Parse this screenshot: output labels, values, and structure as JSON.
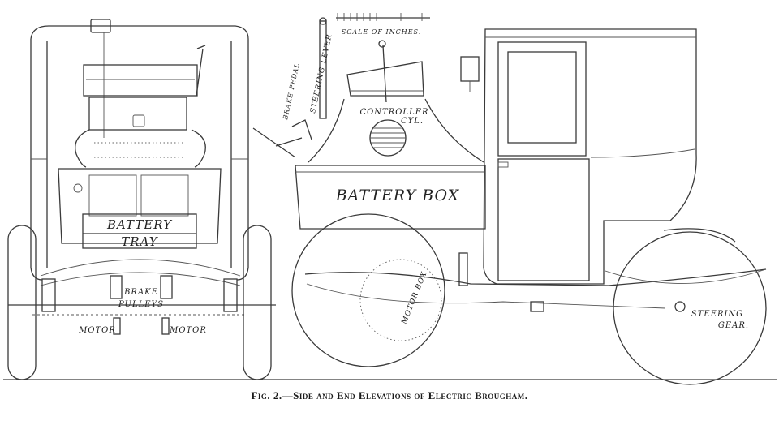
{
  "figure": {
    "caption": "Fig. 2.—Side and End Elevations of Electric Brougham.",
    "end_elevation": {
      "labels": {
        "battery_tray_line1": "BATTERY",
        "battery_tray_line2": "TRAY",
        "brake_pulleys_line1": "BRAKE",
        "brake_pulleys_line2": "PULLEYS",
        "motor_left": "MOTOR",
        "motor_right": "MOTOR"
      }
    },
    "side_elevation": {
      "labels": {
        "scale": "SCALE OF INCHES.",
        "steering_lever": "STEERING LEVER",
        "brake_pedal": "BRAKE PEDAL",
        "controller_line1": "CONTROLLER",
        "controller_line2": "CYL.",
        "battery_box": "BATTERY BOX",
        "steering_gear_line1": "STEERING",
        "steering_gear_line2": "GEAR.",
        "motor_box": "MOTOR BOX"
      }
    }
  },
  "colors": {
    "ink": "#3a3a3a",
    "paper": "#ffffff"
  }
}
